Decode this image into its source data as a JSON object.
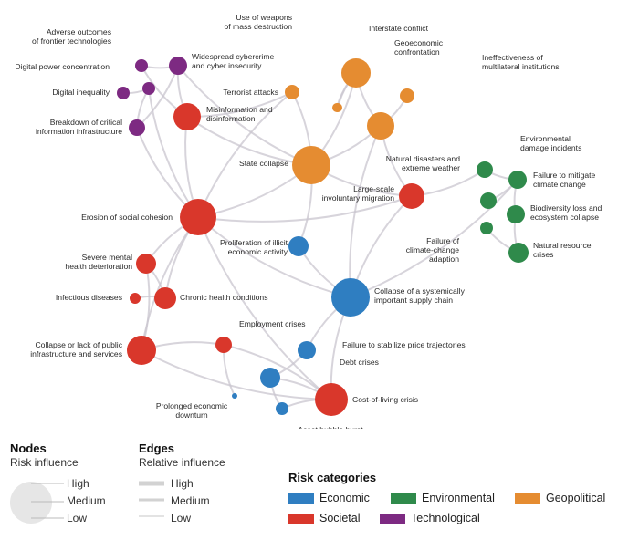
{
  "colors": {
    "Economic": "#2f7ec1",
    "Societal": "#d9372b",
    "Environmental": "#2f8a4b",
    "Geopolitical": "#e58c31",
    "Technological": "#7d2a82",
    "edge": "#c9c6cf"
  },
  "nodes": [
    {
      "id": "adverse",
      "label": "Adverse outcomes\nof frontier technologies",
      "category": "Technological",
      "influence": "low"
    },
    {
      "id": "digpower",
      "label": "Digital power concentration",
      "category": "Technological",
      "influence": "low"
    },
    {
      "id": "diginequality",
      "label": "Digital inequality",
      "category": "Technological",
      "influence": "low"
    },
    {
      "id": "breakdown",
      "label": "Breakdown of critical\ninformation infrastructure",
      "category": "Technological",
      "influence": "low"
    },
    {
      "id": "cyber",
      "label": "Widespread cybercrime\nand cyber insecurity",
      "category": "Technological",
      "influence": "low"
    },
    {
      "id": "misinfo",
      "label": "Misinformation and\ndisinformation",
      "category": "Societal",
      "influence": "medium"
    },
    {
      "id": "erosion",
      "label": "Erosion of social cohesion",
      "category": "Societal",
      "influence": "high"
    },
    {
      "id": "mental",
      "label": "Severe mental\nhealth deterioration",
      "category": "Societal",
      "influence": "low"
    },
    {
      "id": "infectious",
      "label": "Infectious diseases",
      "category": "Societal",
      "influence": "low"
    },
    {
      "id": "chronic",
      "label": "Chronic health conditions",
      "category": "Societal",
      "influence": "low"
    },
    {
      "id": "publicinfra",
      "label": "Collapse or lack of public\ninfrastructure and services",
      "category": "Societal",
      "influence": "medium"
    },
    {
      "id": "employment",
      "label": "Employment crises",
      "category": "Societal",
      "influence": "low"
    },
    {
      "id": "migration",
      "label": "Large-scale\ninvoluntary migration",
      "category": "Societal",
      "influence": "medium"
    },
    {
      "id": "costliving",
      "label": "Cost-of-living crisis",
      "category": "Societal",
      "influence": "medium"
    },
    {
      "id": "wmd",
      "label": "Use of weapons\nof mass destruction",
      "category": "Geopolitical",
      "influence": "low"
    },
    {
      "id": "interstate",
      "label": "Interstate conflict",
      "category": "Geopolitical",
      "influence": "medium"
    },
    {
      "id": "geoecon",
      "label": "Geoeconomic\nconfrontation",
      "category": "Geopolitical",
      "influence": "medium"
    },
    {
      "id": "ineffective",
      "label": "Ineffectiveness of\nmultilateral institutions",
      "category": "Geopolitical",
      "influence": "low"
    },
    {
      "id": "terrorist",
      "label": "Terrorist attacks",
      "category": "Geopolitical",
      "influence": "low"
    },
    {
      "id": "statecollapse",
      "label": "State collapse",
      "category": "Geopolitical",
      "influence": "high"
    },
    {
      "id": "illicit",
      "label": "Proliferation of illicit\neconomic activity",
      "category": "Economic",
      "influence": "low"
    },
    {
      "id": "supply",
      "label": "Collapse of a systemically\nimportant supply chain",
      "category": "Economic",
      "influence": "high"
    },
    {
      "id": "price",
      "label": "Failure to stabilize price trajectories",
      "category": "Economic",
      "influence": "low"
    },
    {
      "id": "debt",
      "label": "Debt crises",
      "category": "Economic",
      "influence": "low"
    },
    {
      "id": "downturn",
      "label": "Prolonged economic\ndownturn",
      "category": "Economic",
      "influence": "low"
    },
    {
      "id": "bubble",
      "label": "Asset bubble burst",
      "category": "Economic",
      "influence": "low"
    },
    {
      "id": "envdamage",
      "label": "Environmental\ndamage incidents",
      "category": "Environmental",
      "influence": "low"
    },
    {
      "id": "natdisasters",
      "label": "Natural disasters and\nextreme weather",
      "category": "Environmental",
      "influence": "low"
    },
    {
      "id": "mitigate",
      "label": "Failure to mitigate\nclimate change",
      "category": "Environmental",
      "influence": "low"
    },
    {
      "id": "biodiversity",
      "label": "Biodiversity loss and\necosystem collapse",
      "category": "Environmental",
      "influence": "low"
    },
    {
      "id": "adaption",
      "label": "Failure of\nclimate-change\nadaption",
      "category": "Environmental",
      "influence": "low"
    },
    {
      "id": "natresource",
      "label": "Natural resource\ncrises",
      "category": "Environmental",
      "influence": "low"
    },
    {
      "id": "unl1",
      "label": "",
      "category": "Geopolitical",
      "influence": "low"
    },
    {
      "id": "unl2",
      "label": "",
      "category": "Environmental",
      "influence": "low"
    }
  ],
  "edges": [
    [
      "adverse",
      "cyber"
    ],
    [
      "digpower",
      "diginequality"
    ],
    [
      "diginequality",
      "breakdown"
    ],
    [
      "breakdown",
      "cyber"
    ],
    [
      "cyber",
      "misinfo"
    ],
    [
      "misinfo",
      "erosion"
    ],
    [
      "misinfo",
      "statecollapse"
    ],
    [
      "erosion",
      "statecollapse"
    ],
    [
      "erosion",
      "mental"
    ],
    [
      "erosion",
      "chronic"
    ],
    [
      "erosion",
      "publicinfra"
    ],
    [
      "erosion",
      "migration"
    ],
    [
      "erosion",
      "supply"
    ],
    [
      "statecollapse",
      "interstate"
    ],
    [
      "statecollapse",
      "geoecon"
    ],
    [
      "statecollapse",
      "migration"
    ],
    [
      "statecollapse",
      "terrorist"
    ],
    [
      "interstate",
      "geoecon"
    ],
    [
      "interstate",
      "wmd"
    ],
    [
      "interstate",
      "unl1"
    ],
    [
      "geoecon",
      "supply"
    ],
    [
      "geoecon",
      "ineffective"
    ],
    [
      "migration",
      "natdisasters"
    ],
    [
      "migration",
      "supply"
    ],
    [
      "natdisasters",
      "mitigate"
    ],
    [
      "natdisasters",
      "envdamage"
    ],
    [
      "mitigate",
      "biodiversity"
    ],
    [
      "biodiversity",
      "natresource"
    ],
    [
      "adaption",
      "natresource"
    ],
    [
      "unl2",
      "mitigate"
    ],
    [
      "supply",
      "costliving"
    ],
    [
      "supply",
      "price"
    ],
    [
      "costliving",
      "debt"
    ],
    [
      "costliving",
      "employment"
    ],
    [
      "costliving",
      "bubble"
    ],
    [
      "debt",
      "price"
    ],
    [
      "debt",
      "bubble"
    ],
    [
      "employment",
      "publicinfra"
    ],
    [
      "chronic",
      "infectious"
    ],
    [
      "chronic",
      "mental"
    ],
    [
      "publicinfra",
      "mental"
    ],
    [
      "illicit",
      "statecollapse"
    ],
    [
      "illicit",
      "supply"
    ],
    [
      "terrorist",
      "erosion"
    ],
    [
      "misinfo",
      "terrorist"
    ],
    [
      "cyber",
      "statecollapse"
    ],
    [
      "breakdown",
      "erosion"
    ],
    [
      "employment",
      "downturn"
    ],
    [
      "publicinfra",
      "costliving"
    ],
    [
      "erosion",
      "costliving"
    ],
    [
      "supply",
      "mitigate"
    ],
    [
      "geoecon",
      "migration"
    ],
    [
      "adverse",
      "misinfo"
    ],
    [
      "diginequality",
      "erosion"
    ]
  ],
  "legend": {
    "nodes_title": "Nodes",
    "nodes_subtitle": "Risk influence",
    "nodes_levels": [
      "High",
      "Medium",
      "Low"
    ],
    "edges_title": "Edges",
    "edges_subtitle": "Relative influence",
    "edges_levels": [
      "High",
      "Medium",
      "Low"
    ],
    "categories_title": "Risk categories",
    "categories": [
      "Economic",
      "Environmental",
      "Geopolitical",
      "Societal",
      "Technological"
    ]
  }
}
